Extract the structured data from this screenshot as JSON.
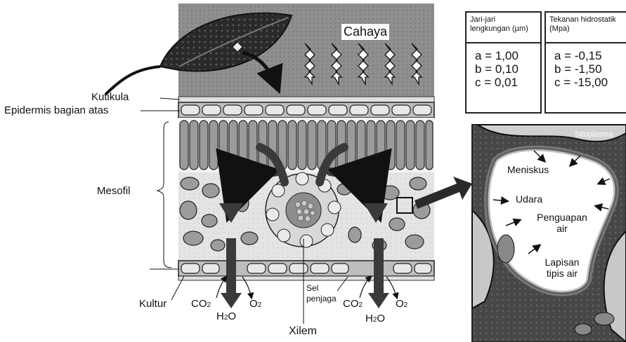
{
  "leaf": {
    "light_label": "Cahaya",
    "cuticle_label": "Kutikula",
    "upper_epidermis_label": "Epidermis bagian atas",
    "mesophyll_label": "Mesofil",
    "kultur_label": "Kultur",
    "xylem_label": "Xilem",
    "guard_cell_label_line1": "Sel",
    "guard_cell_label_line2": "penjaga",
    "co2_left": "CO",
    "co2_left_sub": "2",
    "o2_left": "O",
    "o2_left_sub": "2",
    "h2o_left": "H",
    "h2o_left_sub": "2",
    "h2o_left_tail": "O",
    "co2_right": "CO",
    "co2_right_sub": "2",
    "o2_right": "O",
    "o2_right_sub": "2",
    "h2o_right": "H",
    "h2o_right_sub": "2",
    "h2o_right_tail": "O"
  },
  "table": {
    "col1_header": "Jari-jari lengkungan (µm)",
    "col2_header": "Tekanan hidrostatik (Mpa)",
    "col1_values": [
      "a = 1,00",
      "b = 0,10",
      "c = 0,01"
    ],
    "col2_values": [
      "a = -0,15",
      "b = -1,50",
      "c = -15,00"
    ]
  },
  "inset": {
    "cytoplasm_label": "Sitoplasma",
    "meniscus_label": "Meniskus",
    "air_label": "Udara",
    "evaporation_label_line1": "Penguapan",
    "evaporation_label_line2": "air",
    "water_film_label_line1": "Lapisan",
    "water_film_label_line2": "tipis air"
  },
  "colors": {
    "background": "#ffffff",
    "leaf_panel": "#9a9a9a",
    "cell_fill": "#cfcfcf",
    "dark": "#3a3a3a"
  }
}
